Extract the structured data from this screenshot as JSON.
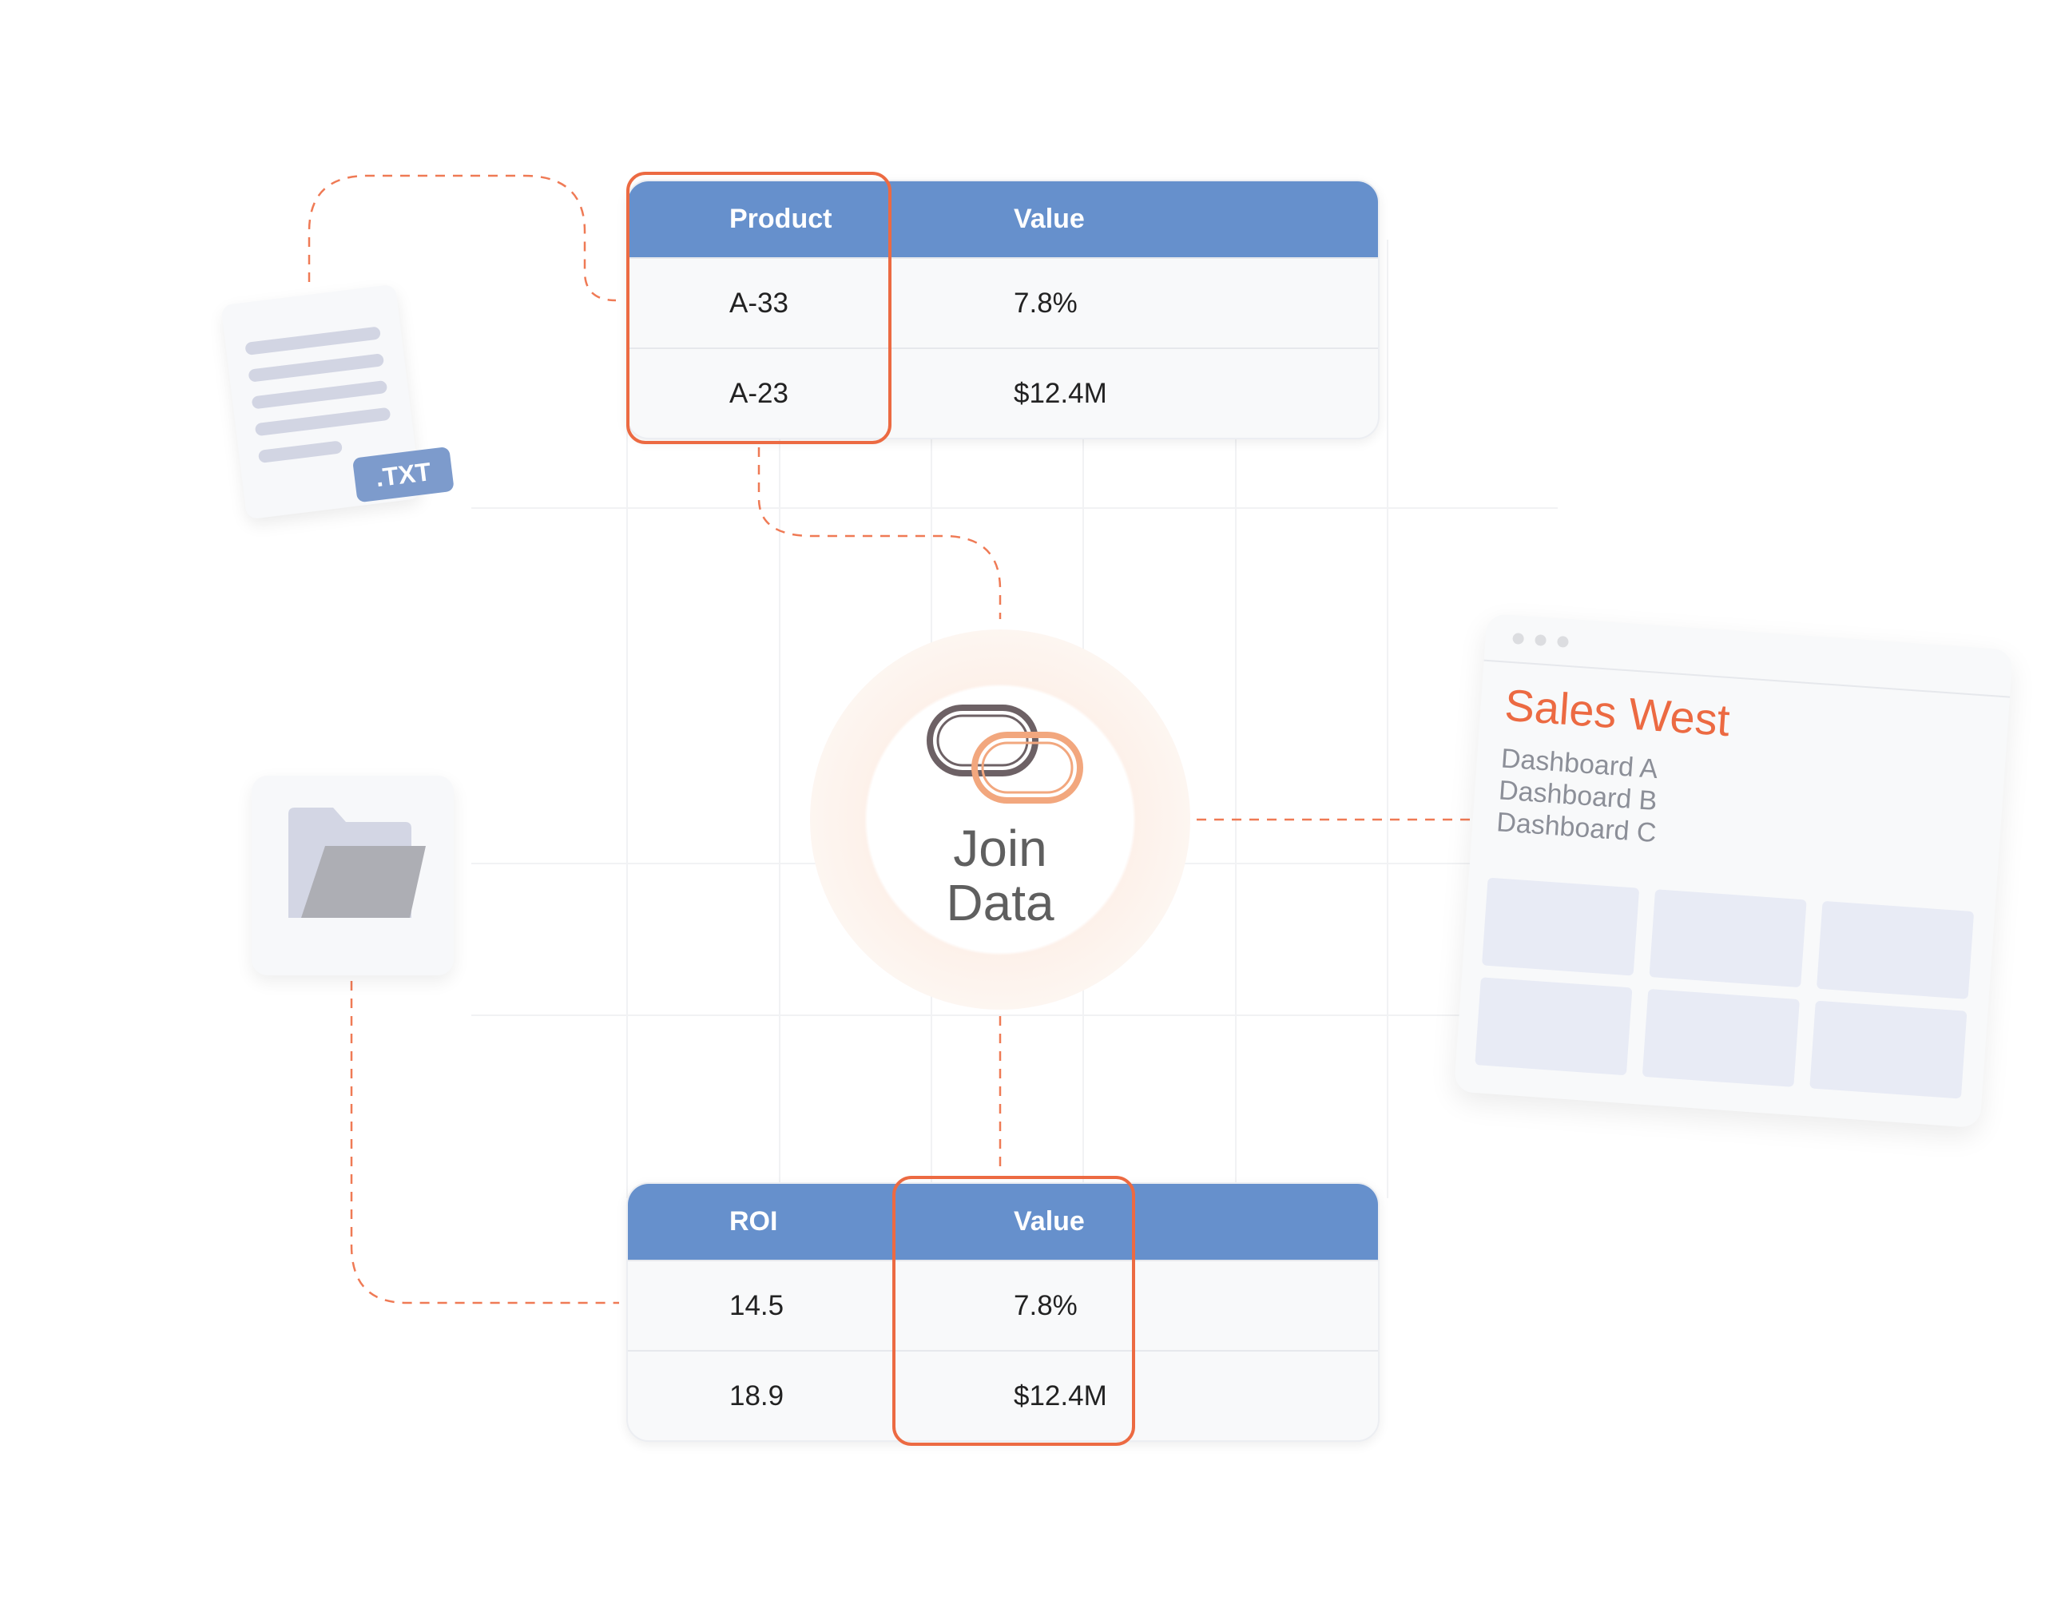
{
  "source_table": {
    "headers": [
      "Product",
      "Value"
    ],
    "rows": [
      [
        "A-33",
        "7.8%"
      ],
      [
        "A-23",
        "$12.4M"
      ]
    ]
  },
  "result_table": {
    "headers": [
      "ROI",
      "Value"
    ],
    "rows": [
      [
        "14.5",
        "7.8%"
      ],
      [
        "18.9",
        "$12.4M"
      ]
    ]
  },
  "join": {
    "line1": "Join",
    "line2": "Data",
    "icon": "link-icon"
  },
  "txt_file": {
    "badge": ".TXT",
    "icon": "document-icon"
  },
  "folder": {
    "icon": "folder-icon"
  },
  "dashboard": {
    "title": "Sales West",
    "items": [
      "Dashboard A",
      "Dashboard B",
      "Dashboard C"
    ]
  },
  "colors": {
    "accent": "#ec6a42",
    "header": "#6690cc",
    "badge": "#7d9bcc"
  }
}
